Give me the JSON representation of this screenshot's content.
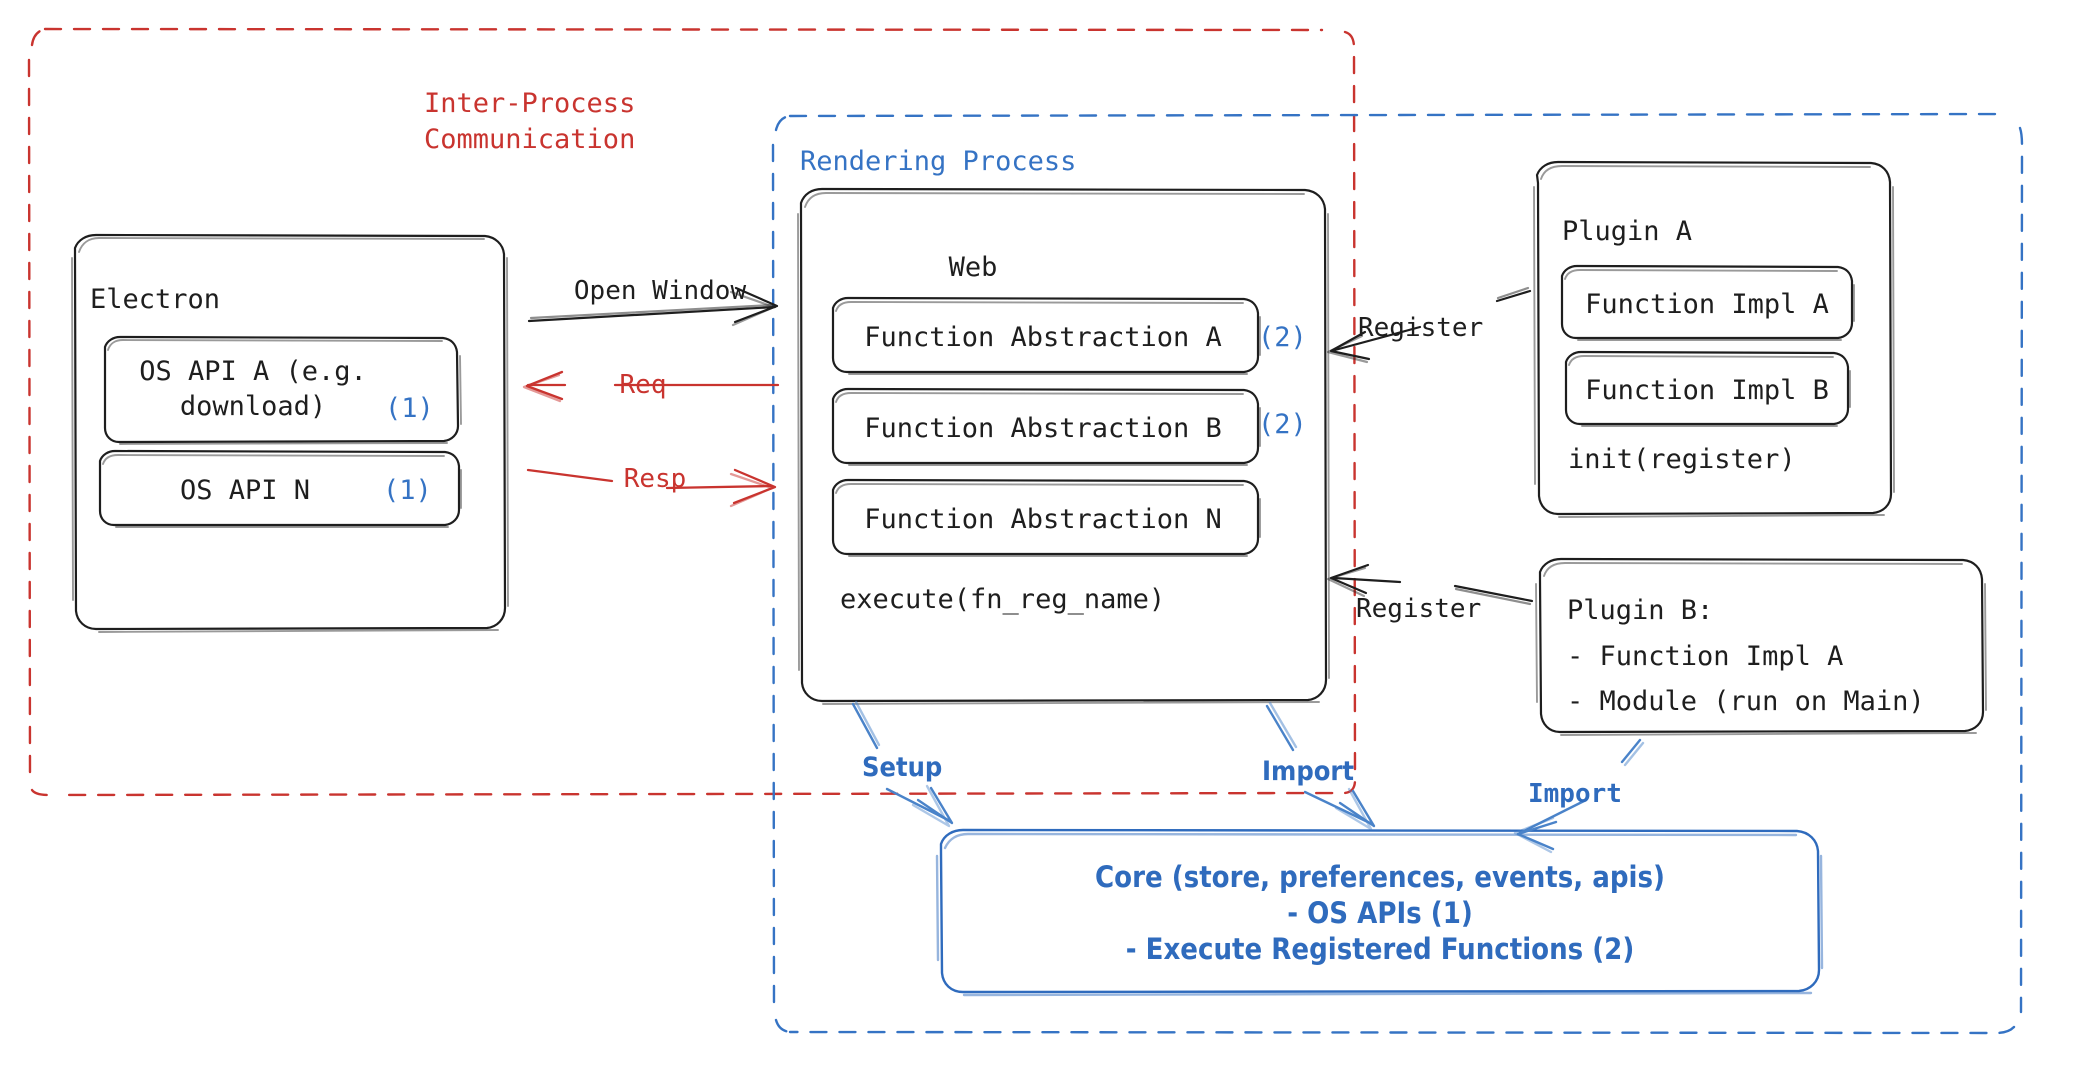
{
  "diagram": {
    "title": "Electron plugin architecture",
    "colors": {
      "ipc_red": "#c9342f",
      "process_blue": "#3573c4",
      "core_blue": "#2f6bbd",
      "ink": "#1e1e1e"
    },
    "containers": {
      "ipc": {
        "label": "Inter-Process\nCommunication",
        "style": "dashed",
        "color": "#c9342f"
      },
      "rendering": {
        "label": "Rendering Process",
        "style": "dashed",
        "color": "#3573c4"
      }
    },
    "electron": {
      "title": "Electron",
      "items": [
        {
          "label": "OS API A (e.g.\ndownload)",
          "badge": "(1)"
        },
        {
          "label": "OS API N",
          "badge": "(1)"
        }
      ]
    },
    "web": {
      "title": "Web",
      "items": [
        {
          "label": "Function Abstraction A",
          "badge": "(2)"
        },
        {
          "label": "Function Abstraction B",
          "badge": "(2)"
        },
        {
          "label": "Function Abstraction N",
          "badge": ""
        }
      ],
      "footer": "execute(fn_reg_name)"
    },
    "plugin_a": {
      "title": "Plugin A",
      "items": [
        {
          "label": "Function Impl A"
        },
        {
          "label": "Function Impl B"
        }
      ],
      "footer": "init(register)"
    },
    "plugin_b": {
      "lines": [
        "Plugin B:",
        "- Function Impl A",
        "- Module (run on Main)"
      ]
    },
    "core": {
      "lines": [
        "Core (store, preferences, events, apis)",
        "- OS APIs (1)",
        "- Execute Registered Functions (2)"
      ]
    },
    "edges": {
      "open_window": "Open Window",
      "req": "Req",
      "resp": "Resp",
      "register_a": "Register",
      "register_b": "Register",
      "setup": "Setup",
      "import_web": "Import",
      "import_plugin": "Import"
    }
  }
}
